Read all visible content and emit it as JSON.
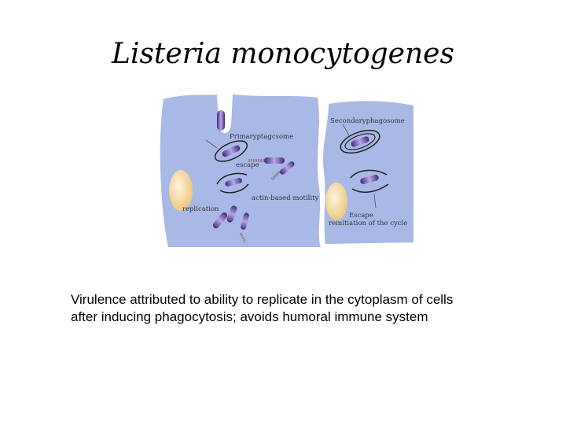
{
  "title": "Listeria monocytogenes",
  "diagram": {
    "labels": {
      "primary_phagosome": "Primaryptagcsome",
      "escape_1": "escape",
      "actin_motility": "actin-based motility",
      "replication": "replication",
      "secondary_phagosome": "Secondaryphagosome",
      "escape_2": "Escape",
      "reinitiation": "reinitiation of the cycle"
    },
    "colors": {
      "cell": "#a9b9e6",
      "nucleus": "#f6d9a4",
      "bacterium": "#6a4fa6",
      "actin_tail": "#8a8a95"
    }
  },
  "caption": {
    "line1": "Virulence attributed to ability to replicate in the cytoplasm of cells",
    "line2": "after inducing phagocytosis; avoids humoral immune system"
  }
}
